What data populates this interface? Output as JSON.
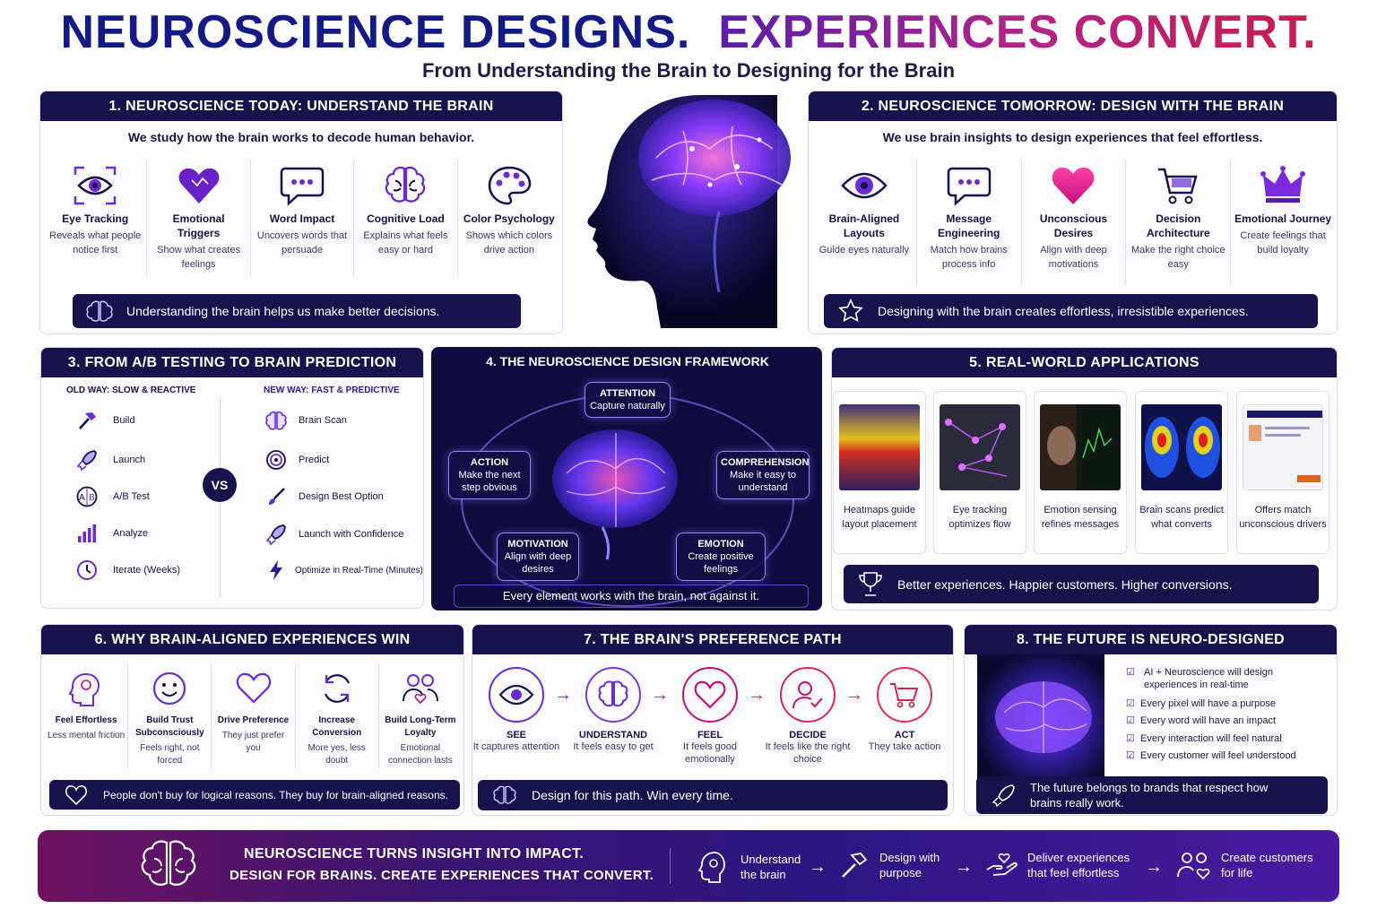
{
  "header": {
    "title_a": "NEUROSCIENCE DESIGNS.",
    "title_b": "EXPERIENCES CONVERT.",
    "subtitle": "From Understanding the Brain to Designing for the Brain"
  },
  "p1": {
    "title": "1. NEUROSCIENCE TODAY: UNDERSTAND THE BRAIN",
    "lead": "We study how the brain works to decode human behavior.",
    "items": [
      {
        "t": "Eye Tracking",
        "d": "Reveals what people notice first"
      },
      {
        "t": "Emotional Triggers",
        "d": "Show what creates feelings"
      },
      {
        "t": "Word Impact",
        "d": "Uncovers words that persuade"
      },
      {
        "t": "Cognitive Load",
        "d": "Explains what feels easy or hard"
      },
      {
        "t": "Color Psychology",
        "d": "Shows which colors drive action"
      }
    ],
    "bar": "Understanding the brain helps us make better decisions."
  },
  "p2": {
    "title": "2. NEUROSCIENCE TOMORROW: DESIGN WITH THE BRAIN",
    "lead": "We use brain insights to design experiences that feel effortless.",
    "items": [
      {
        "t": "Brain-Aligned Layouts",
        "d": "Guide eyes naturally"
      },
      {
        "t": "Message Engineering",
        "d": "Match how brains process info"
      },
      {
        "t": "Unconscious Desires",
        "d": "Align with deep motivations"
      },
      {
        "t": "Decision Architecture",
        "d": "Make the right choice easy"
      },
      {
        "t": "Emotional Journey",
        "d": "Create feelings that build loyalty"
      }
    ],
    "bar": "Designing with the brain creates effortless, irresistible experiences."
  },
  "p3": {
    "title": "3. FROM A/B TESTING TO BRAIN PREDICTION",
    "old": "OLD WAY: SLOW & REACTIVE",
    "new": "NEW WAY: FAST & PREDICTIVE",
    "vs": "VS",
    "old_steps": [
      "Build",
      "Launch",
      "A/B Test",
      "Analyze",
      "Iterate (Weeks)"
    ],
    "new_steps": [
      "Brain Scan",
      "Predict",
      "Design Best Option",
      "Launch with Confidence",
      "Optimize in Real-Time (Minutes)"
    ]
  },
  "p4": {
    "title": "4. THE NEUROSCIENCE DESIGN FRAMEWORK",
    "nodes": {
      "attention": {
        "t": "ATTENTION",
        "d": "Capture naturally"
      },
      "comprehension": {
        "t": "COMPREHENSION",
        "d": "Make it easy to understand"
      },
      "emotion": {
        "t": "EMOTION",
        "d": "Create positive feelings"
      },
      "motivation": {
        "t": "MOTIVATION",
        "d": "Align with deep desires"
      },
      "action": {
        "t": "ACTION",
        "d": "Make the next step obvious"
      }
    },
    "bar": "Every element works with the brain, not against it."
  },
  "p5": {
    "title": "5. REAL-WORLD APPLICATIONS",
    "apps": [
      "Heatmaps guide layout placement",
      "Eye tracking optimizes flow",
      "Emotion sensing refines messages",
      "Brain scans predict what converts",
      "Offers match unconscious drivers"
    ],
    "bar": "Better experiences. Happier customers. Higher conversions."
  },
  "p6": {
    "title": "6. WHY BRAIN-ALIGNED EXPERIENCES WIN",
    "items": [
      {
        "t": "Feel Effortless",
        "d": "Less mental friction"
      },
      {
        "t": "Build Trust Subconsciously",
        "d": "Feels right, not forced"
      },
      {
        "t": "Drive Preference",
        "d": "They just prefer you"
      },
      {
        "t": "Increase Conversion",
        "d": "More yes, less doubt"
      },
      {
        "t": "Build Long-Term Loyalty",
        "d": "Emotional connection lasts"
      }
    ],
    "bar": "People don't buy for logical reasons. They buy for brain-aligned reasons."
  },
  "p7": {
    "title": "7. THE BRAIN'S PREFERENCE PATH",
    "steps": [
      {
        "t": "SEE",
        "d": "It captures attention"
      },
      {
        "t": "UNDERSTAND",
        "d": "It feels easy to get"
      },
      {
        "t": "FEEL",
        "d": "It feels good emotionally"
      },
      {
        "t": "DECIDE",
        "d": "It feels like the right choice"
      },
      {
        "t": "ACT",
        "d": "They take action"
      }
    ],
    "bar": "Design for this path. Win every time."
  },
  "p8": {
    "title": "8. THE FUTURE IS NEURO-DESIGNED",
    "checks": [
      "AI + Neuroscience will design experiences in real-time",
      "Every pixel will have a purpose",
      "Every word will have an impact",
      "Every interaction will feel natural",
      "Every customer will feel understood"
    ],
    "bar": "The future belongs to brands that respect how brains really work."
  },
  "footer": {
    "line1": "NEUROSCIENCE TURNS INSIGHT INTO IMPACT.",
    "line2": "DESIGN FOR BRAINS. CREATE EXPERIENCES THAT CONVERT.",
    "steps": [
      "Understand the brain",
      "Design with purpose",
      "Deliver experiences that feel effortless",
      "Create customers for life"
    ]
  },
  "colors": {
    "navy": "#15124c",
    "purple": "#6a2bd0",
    "magenta": "#c21a8a",
    "red": "#d8264a"
  }
}
